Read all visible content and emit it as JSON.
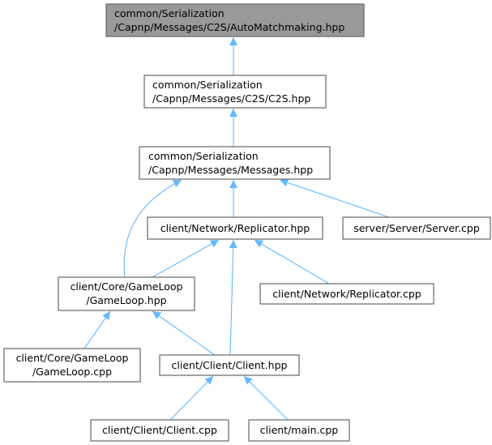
{
  "colors": {
    "edge": "#63b8ff",
    "root_fill": "#999999",
    "border": "#666666"
  },
  "nodes": {
    "auto_matchmaking": {
      "line1": "common/Serialization",
      "line2": "/Capnp/Messages/C2S/AutoMatchmaking.hpp"
    },
    "c2s": {
      "line1": "common/Serialization",
      "line2": "/Capnp/Messages/C2S/C2S.hpp"
    },
    "messages": {
      "line1": "common/Serialization",
      "line2": "/Capnp/Messages/Messages.hpp"
    },
    "replicator_hpp": {
      "label": "client/Network/Replicator.hpp"
    },
    "server_cpp": {
      "label": "server/Server/Server.cpp"
    },
    "gameloop_hpp": {
      "line1": "client/Core/GameLoop",
      "line2": "/GameLoop.hpp"
    },
    "replicator_cpp": {
      "label": "client/Network/Replicator.cpp"
    },
    "gameloop_cpp": {
      "line1": "client/Core/GameLoop",
      "line2": "/GameLoop.cpp"
    },
    "client_hpp": {
      "label": "client/Client/Client.hpp"
    },
    "client_cpp": {
      "label": "client/Client/Client.cpp"
    },
    "main_cpp": {
      "label": "client/main.cpp"
    }
  }
}
